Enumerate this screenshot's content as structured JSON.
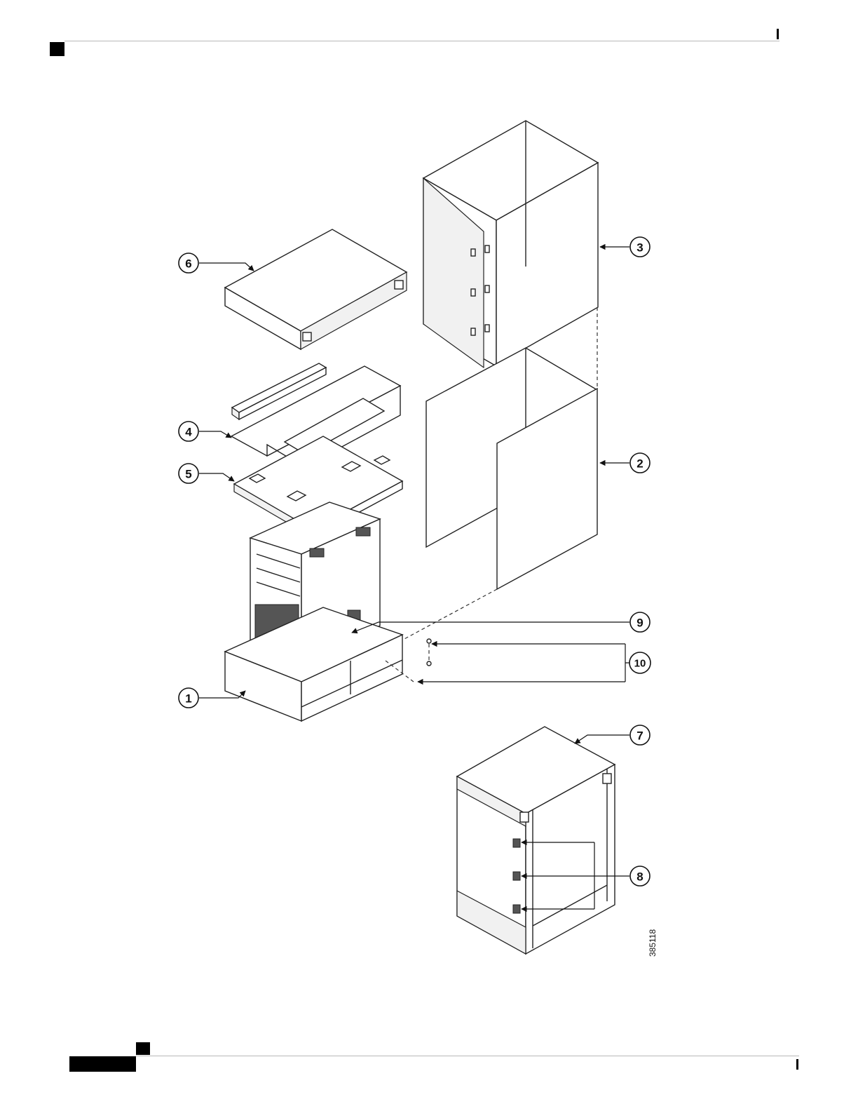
{
  "figure": {
    "figure_id": "385118",
    "callouts": [
      "1",
      "2",
      "3",
      "4",
      "5",
      "6",
      "7",
      "8",
      "9",
      "10"
    ]
  }
}
